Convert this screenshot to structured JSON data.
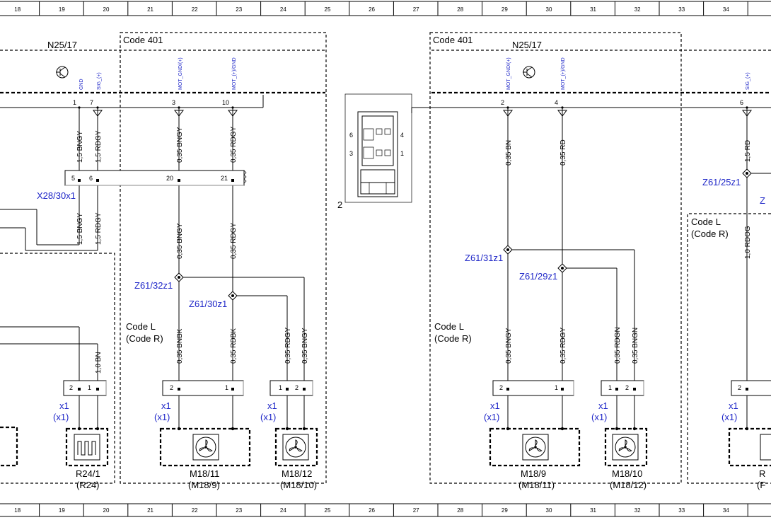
{
  "ruler": {
    "top": [
      "18",
      "19",
      "20",
      "21",
      "22",
      "23",
      "24",
      "25",
      "26",
      "27",
      "28",
      "29",
      "30",
      "31",
      "32",
      "33",
      "34"
    ],
    "bottom": [
      "18",
      "19",
      "20",
      "21",
      "22",
      "23",
      "24",
      "25",
      "26",
      "27",
      "28",
      "29",
      "30",
      "31",
      "32",
      "33",
      "34"
    ]
  },
  "codes": {
    "code401_left": "Code 401",
    "code401_right": "Code 401"
  },
  "modules": {
    "left": "N25/17",
    "right": "N25/17"
  },
  "signals": {
    "gnd": "GND",
    "sig_left": "SIG_(+)",
    "mot_gnd_left": "MOT_GND/(+)",
    "mot_ygnd_left": "MOT_(+)/GND",
    "mot_gnd_right": "MOT_GND/(+)",
    "mot_ygnd_right": "MOT_(+)/GND",
    "sig_right": "SIG_(+)"
  },
  "pins": {
    "p1": "1",
    "p7": "7",
    "p3": "3",
    "p10": "10",
    "p2": "2",
    "p4": "4",
    "p6": "6",
    "x28_5": "5",
    "x28_6": "6",
    "x28_20": "20",
    "x28_21": "21",
    "c_r24_2": "2",
    "c_r24_1": "1",
    "c_m1811_2": "2",
    "c_m1811_1": "1",
    "c_m1812_1": "1",
    "c_m1812_2": "2",
    "c_m189_2": "2",
    "c_m189_1": "1",
    "c_m1810_1": "1",
    "c_m1810_2": "2",
    "c_rr_2": "2",
    "conn_6": "6",
    "conn_4": "4",
    "conn_3": "3",
    "conn_1": "1"
  },
  "wires": {
    "w1": "1,5 BNGY",
    "w2": "1,5 RDGY",
    "w3": "0,35 BNGY",
    "w4": "0,35 RDGY",
    "w5": "1,5 BNGY",
    "w6": "1,5 RDGY",
    "w7": "0,35 BNGY",
    "w8": "0,35 RDGY",
    "w9": "1,0 BN",
    "w10": "0,35 BNBK",
    "w11": "0,35 RDBK",
    "w12": "0,35 RDGY",
    "w13": "0,35 BNGY",
    "w14": "0,35 BN",
    "w15": "0,35 RD",
    "w16": "0,35 BNGY",
    "w17": "0,35 RDGY",
    "w18": "0,35 RDGN",
    "w19": "0,35 BNGN",
    "w20": "1,5 RD",
    "w21": "1,0 RDOG"
  },
  "splices": {
    "x28": "X28/30x1",
    "z61_32": "Z61/32z1",
    "z61_30": "Z61/30z1",
    "z61_31": "Z61/31z1",
    "z61_29": "Z61/29z1",
    "z61_25": "Z61/25z1",
    "z_cut": "Z"
  },
  "code_l": {
    "a1": "Code L",
    "a2": "(Code R)",
    "b1": "Code L",
    "b2": "(Code R)",
    "c1": "Code L",
    "c2": "(Code R)"
  },
  "x1labels": {
    "a1": "x1",
    "a2": "(x1)",
    "b1": "x1",
    "b2": "(x1)",
    "c1": "x1",
    "c2": "(x1)",
    "d1": "x1",
    "d2": "(x1)",
    "e1": "x1",
    "e2": "(x1)",
    "f1": "x1",
    "f2": "(x1)"
  },
  "components": {
    "r24": "R24/1",
    "r24_alt": "(R24)",
    "m1811": "M18/11",
    "m1811_alt": "(M18/9)",
    "m1812": "M18/12",
    "m1812_alt": "(M18/10)",
    "m189": "M18/9",
    "m189_alt": "(M18/11)",
    "m1810": "M18/10",
    "m1810_alt": "(M18/12)",
    "r_cut": "R",
    "r_cut_alt": "(F"
  },
  "connector_view": {
    "ref": "2"
  },
  "icons": {
    "module": "transistor-icon",
    "fan": "fan-icon",
    "heater": "heater-icon"
  },
  "colors": {
    "label_blue": "#1f27c8",
    "line": "#000000"
  }
}
